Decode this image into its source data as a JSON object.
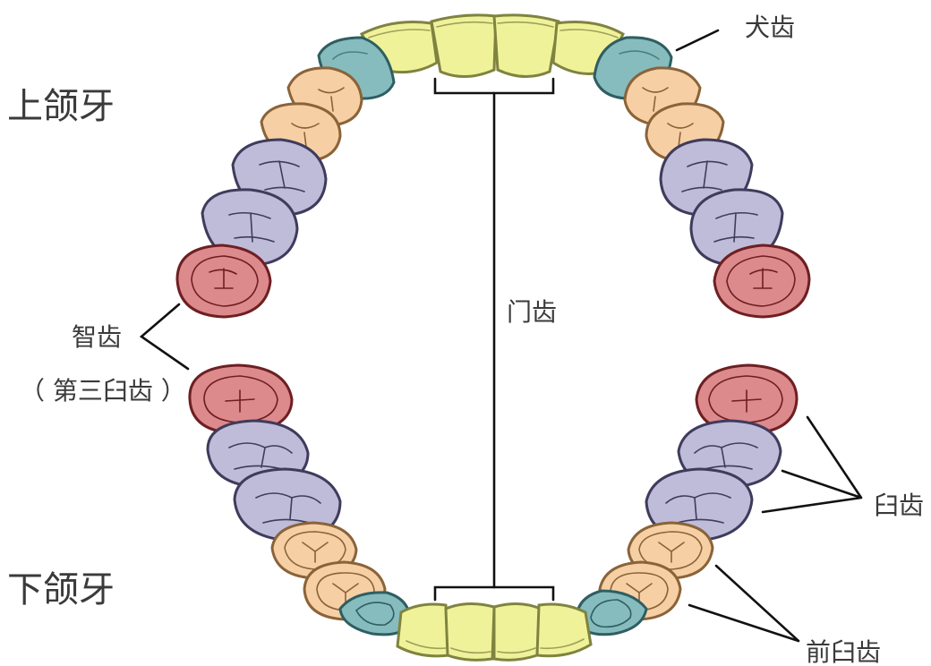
{
  "labels": {
    "upper_jaw": "上颌牙",
    "lower_jaw": "下颌牙",
    "canine": "犬齿",
    "incisor": "门齿",
    "wisdom_line1": "智齿",
    "wisdom_line2": "（ 第三臼齿 ）",
    "molar": "臼齿",
    "premolar": "前臼齿"
  },
  "colors": {
    "incisor_fill": "#f0f29a",
    "incisor_stroke": "#7f8340",
    "canine_fill": "#86bcbe",
    "canine_stroke": "#2f5e61",
    "premolar_fill": "#f6d0a4",
    "premolar_stroke": "#8a6338",
    "molar_fill": "#bfbcd9",
    "molar_stroke": "#3f3b5c",
    "wisdom_fill": "#dc8a8c",
    "wisdom_stroke": "#6e1f22",
    "line": "#111111"
  }
}
